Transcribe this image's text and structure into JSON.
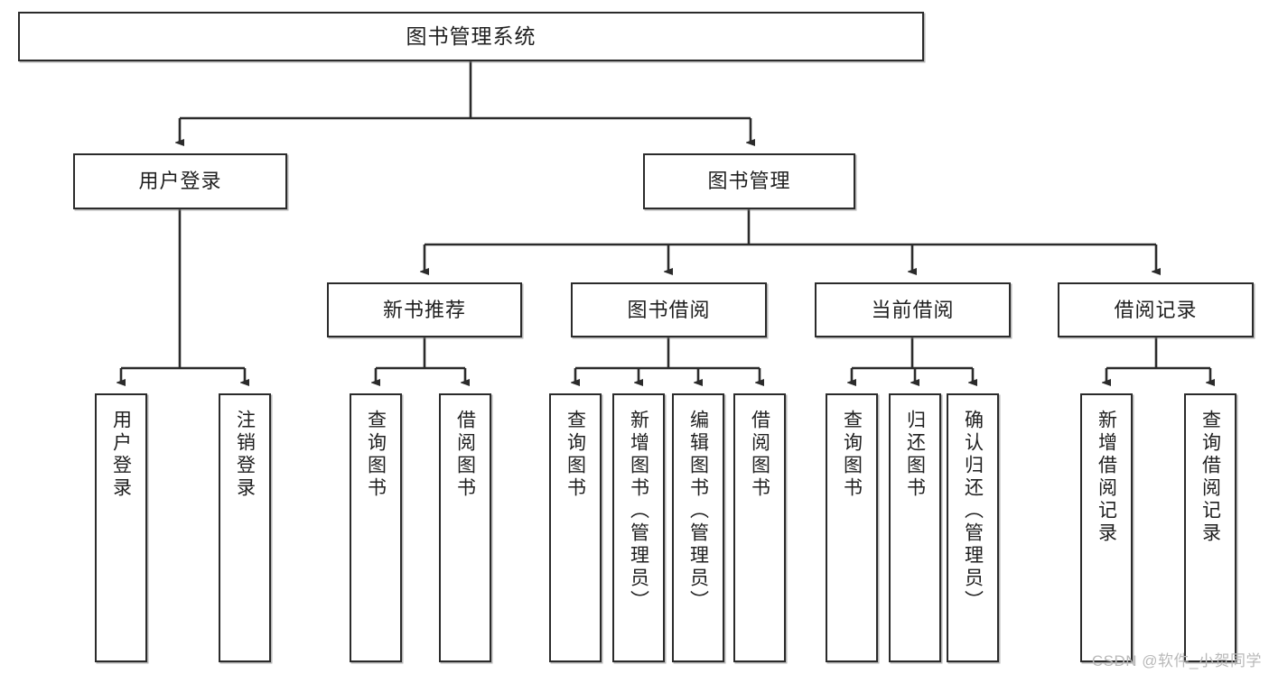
{
  "diagram": {
    "type": "tree",
    "title": "图书管理系统",
    "theme": {
      "background": "#ffffff",
      "node_border": "#2b2b2b",
      "node_fill": "#ffffff",
      "text": "#1f1f1f",
      "connector": "#2b2b2b",
      "watermark": "#b9b9b9"
    },
    "root": {
      "label": "图书管理系统"
    },
    "level2": [
      {
        "label": "用户登录"
      },
      {
        "label": "图书管理"
      }
    ],
    "level3": [
      {
        "label": "新书推荐"
      },
      {
        "label": "图书借阅"
      },
      {
        "label": "当前借阅"
      },
      {
        "label": "借阅记录"
      }
    ],
    "leaves": [
      {
        "label": "用户登录"
      },
      {
        "label": "注销登录"
      },
      {
        "label": "查询图书"
      },
      {
        "label": "借阅图书"
      },
      {
        "label": "查询图书"
      },
      {
        "label": "新增图书（管理员）"
      },
      {
        "label": "编辑图书（管理员）"
      },
      {
        "label": "借阅图书"
      },
      {
        "label": "查询图书"
      },
      {
        "label": "归还图书"
      },
      {
        "label": "确认归还（管理员）"
      },
      {
        "label": "新增借阅记录"
      },
      {
        "label": "查询借阅记录"
      }
    ]
  },
  "watermark": {
    "text": "CSDN @软件_小贺同学"
  }
}
